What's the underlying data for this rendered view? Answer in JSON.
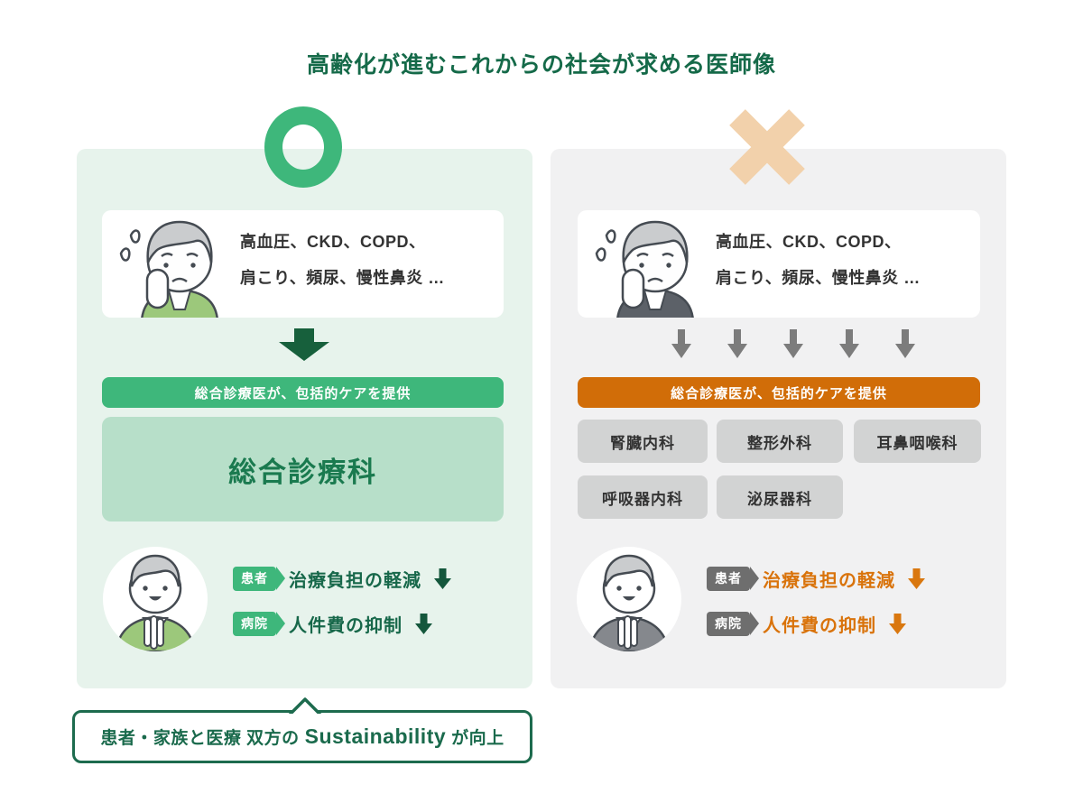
{
  "title": "高齢化が進むこれからの社会が求める医師像",
  "left_panel": {
    "verdict_icon": "circle-ok",
    "patient_card": {
      "symptoms_line1": "高血圧、CKD、COPD、",
      "symptoms_line2": "肩こり、頻尿、慢性鼻炎 …"
    },
    "banner": "総合診療医が、包括的ケアを提供",
    "department": "総合診療科",
    "benefits": [
      {
        "badge": "患者",
        "text": "治療負担の軽減"
      },
      {
        "badge": "病院",
        "text": "人件費の抑制"
      }
    ]
  },
  "right_panel": {
    "verdict_icon": "cross-ng",
    "patient_card": {
      "symptoms_line1": "高血圧、CKD、COPD、",
      "symptoms_line2": "肩こり、頻尿、慢性鼻炎 …"
    },
    "banner": "総合診療医が、包括的ケアを提供",
    "departments": [
      "腎臓内科",
      "整形外科",
      "耳鼻咽喉科",
      "呼吸器内科",
      "泌尿器科"
    ],
    "benefits": [
      {
        "badge": "患者",
        "text": "治療負担の軽減"
      },
      {
        "badge": "病院",
        "text": "人件費の抑制"
      }
    ]
  },
  "footer": {
    "pre": "患者・家族と医療 双方の",
    "em": "Sustainability",
    "post": "が向上"
  },
  "colors": {
    "title_green": "#156a49",
    "accent_green": "#3eb77b",
    "deep_green": "#17684a",
    "panel_green_bg": "#e7f3ec",
    "light_green_box": "#b7dfc9",
    "accent_orange": "#d16d08",
    "orange_text": "#d9730b",
    "cross_tan": "#f2d1ab",
    "panel_gray_bg": "#f1f1f2",
    "gray_box": "#d2d3d3",
    "badge_gray": "#6e6e6e",
    "arrow_gray": "#7c7c7c",
    "text_dark": "#333333"
  }
}
